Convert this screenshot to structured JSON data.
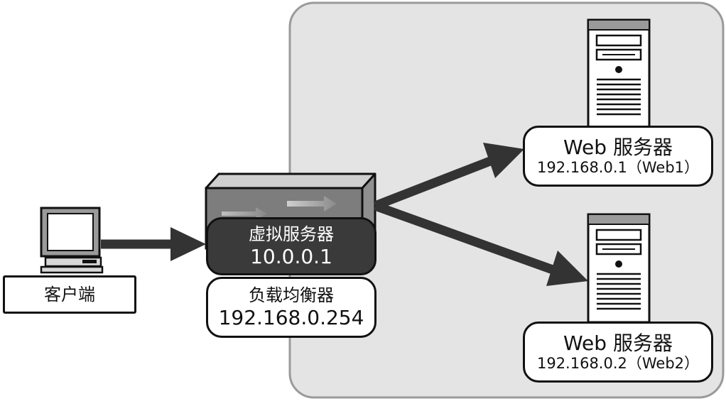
{
  "client": {
    "label": "客户端"
  },
  "load_balancer": {
    "virtual_server": {
      "name": "虚拟服务器",
      "ip": "10.0.0.1"
    },
    "name": "负载均衡器",
    "ip": "192.168.0.254"
  },
  "servers": [
    {
      "title": "Web 服务器",
      "address": "192.168.0.1（Web1）"
    },
    {
      "title": "Web 服务器",
      "address": "192.168.0.2（Web2）"
    }
  ],
  "colors": {
    "cluster_fill": "#e4e4e4",
    "cluster_border": "#9a9a9a",
    "arrow": "#333333",
    "virtual_server_fill": "#3a3a3a"
  }
}
